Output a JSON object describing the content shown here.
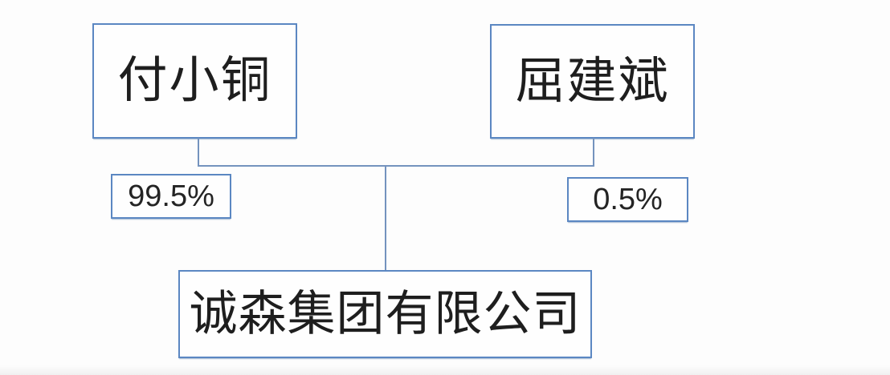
{
  "diagram": {
    "type": "equity-ownership-structure",
    "shareholders": [
      {
        "name": "付小铜",
        "ownership": "99.5%"
      },
      {
        "name": "屈建斌",
        "ownership": "0.5%"
      }
    ],
    "company": {
      "name": "诚森集团有限公司"
    },
    "colors": {
      "box_border": "#5b87c2",
      "connector_line": "#7493be",
      "text": "#1e1e1e",
      "background": "#fdfdfd"
    }
  }
}
